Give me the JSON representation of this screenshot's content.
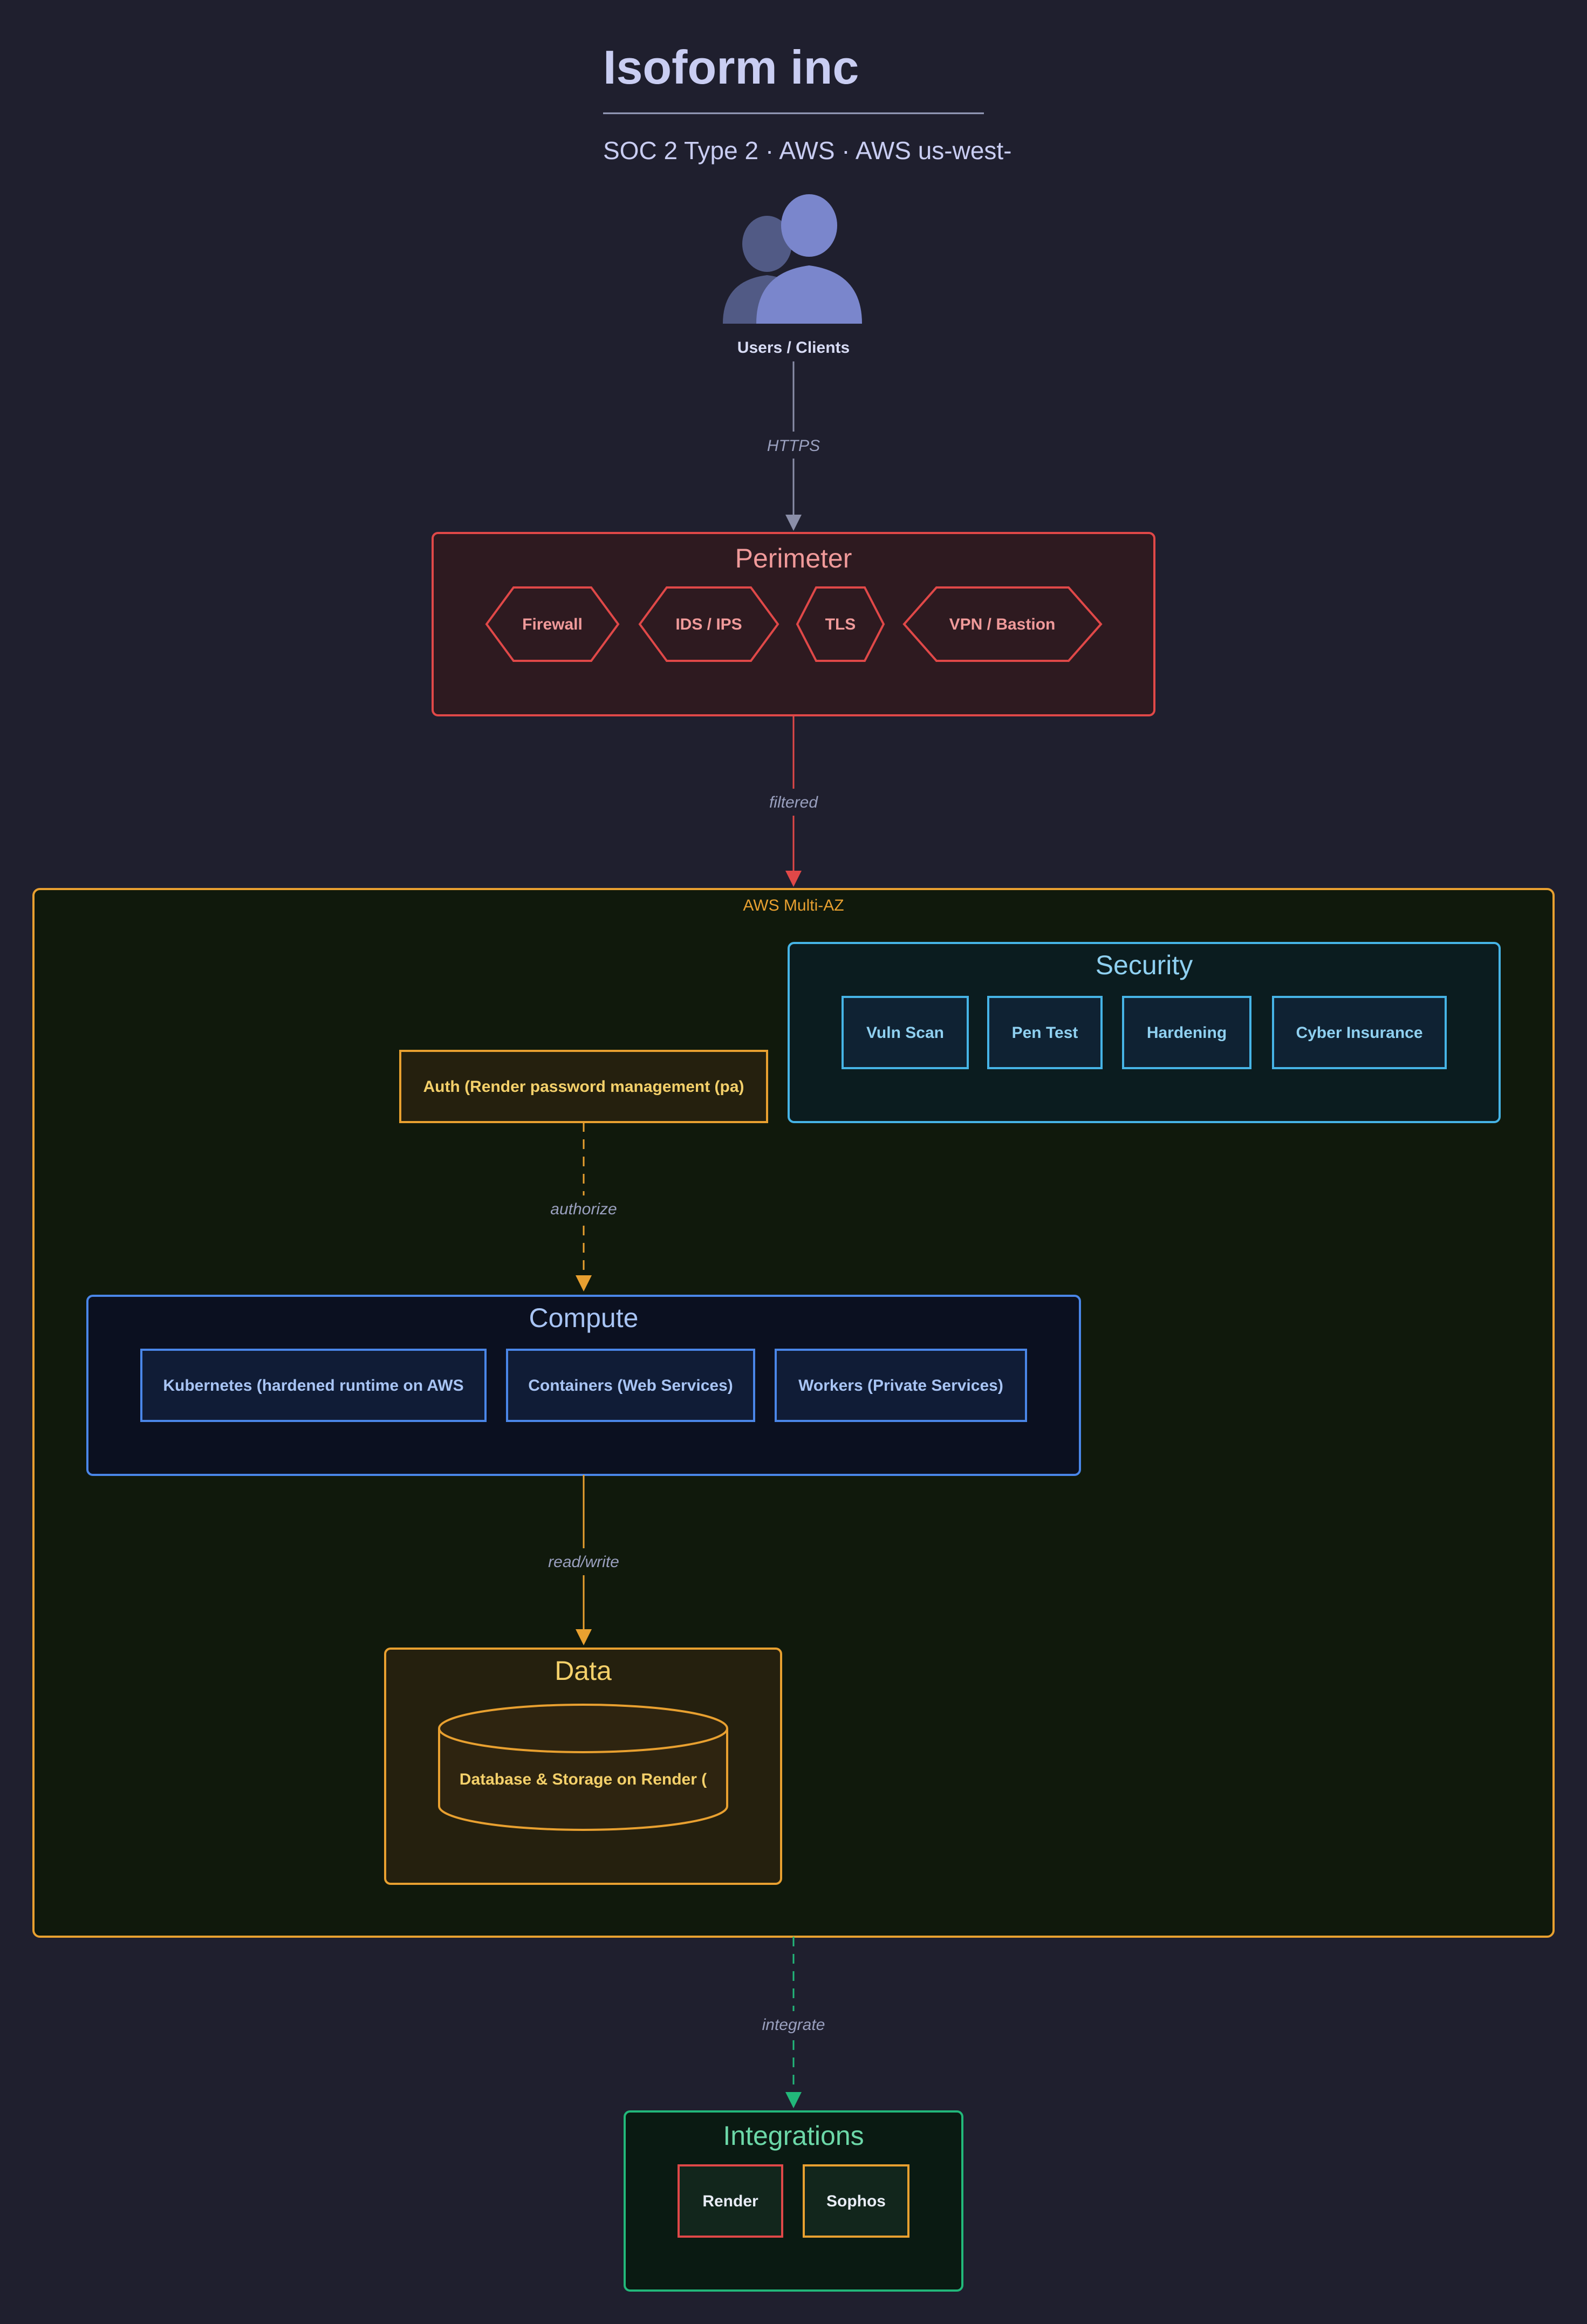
{
  "header": {
    "title": "Isoform inc",
    "subtitle": "SOC 2 Type 2 · AWS · AWS us-west-"
  },
  "users": {
    "label": "Users / Clients",
    "icon": "users-icon"
  },
  "edges": {
    "https": "HTTPS",
    "filtered": "filtered",
    "authorize": "authorize",
    "read_write": "read/write",
    "integrate": "integrate"
  },
  "perimeter": {
    "title": "Perimeter",
    "items": [
      "Firewall",
      "IDS / IPS",
      "TLS",
      "VPN / Bastion"
    ]
  },
  "region": {
    "label": "AWS Multi-AZ"
  },
  "security": {
    "title": "Security",
    "items": [
      "Vuln Scan",
      "Pen Test",
      "Hardening",
      "Cyber Insurance"
    ]
  },
  "auth": {
    "label": "Auth (Render password management (pa)"
  },
  "compute": {
    "title": "Compute",
    "items": [
      "Kubernetes (hardened runtime on AWS",
      "Containers (Web Services)",
      "Workers (Private Services)"
    ]
  },
  "data_group": {
    "title": "Data",
    "db_label": "Database & Storage on Render ("
  },
  "integrations": {
    "title": "Integrations",
    "items": [
      "Render",
      "Sophos"
    ]
  },
  "colors": {
    "background": "#1f1f2e",
    "perimeter": "#e04848",
    "region": "#e8a030",
    "security": "#46b4e6",
    "compute": "#4a86e8",
    "data": "#e8a030",
    "integrations": "#22b87a",
    "edge_default": "#8a8ea8"
  }
}
